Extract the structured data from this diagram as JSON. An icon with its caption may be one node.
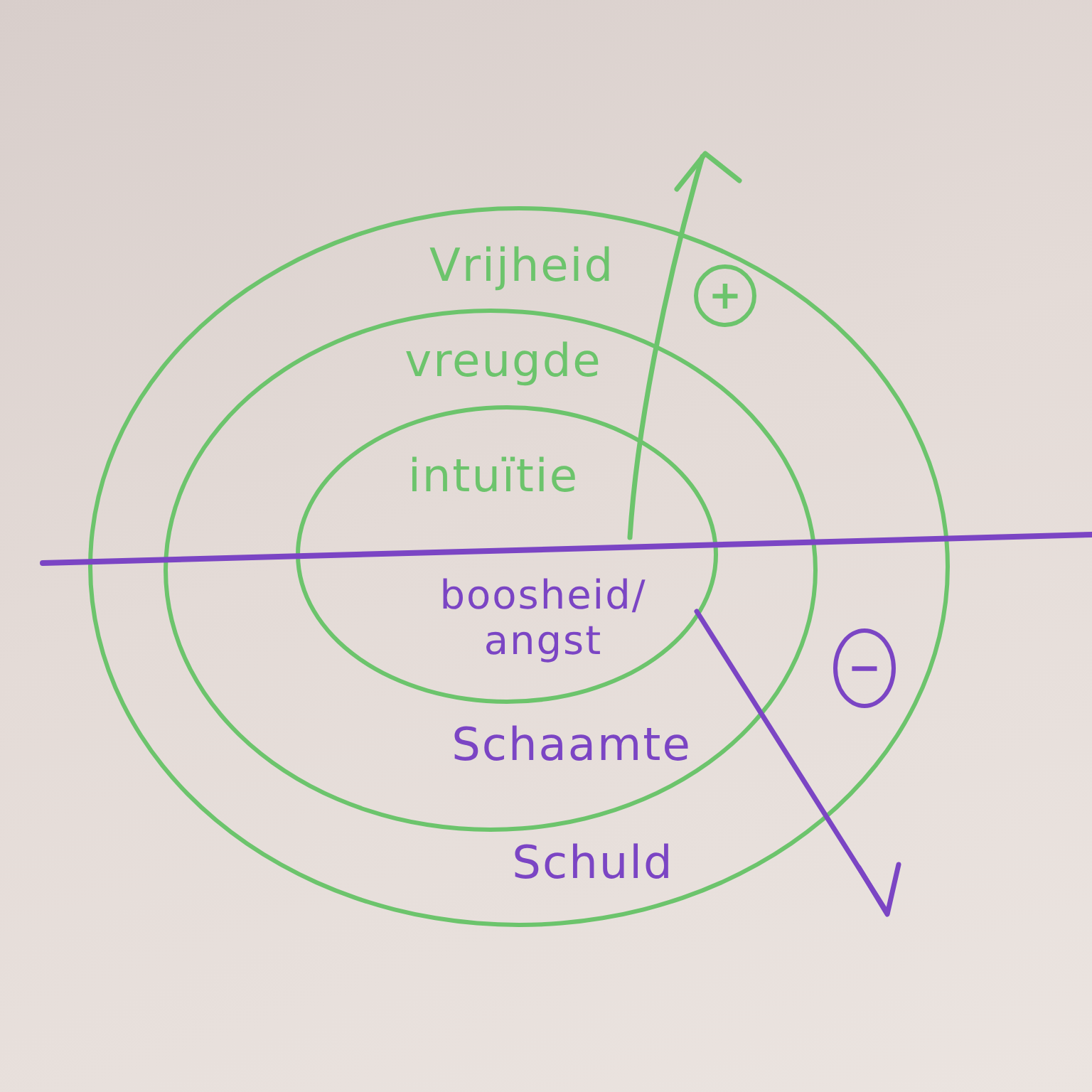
{
  "diagram": {
    "nodes": [
      {
        "text": [
          "Vrijheid",
          "Schuld"
        ]
      },
      {
        "text": [
          "vreugde",
          "Schaamte"
        ],
        "in": 0
      },
      {
        "text": [
          "intuïtie",
          "boosheid/ angst"
        ],
        "in": 1
      },
      {
        "text": [
          "+"
        ],
        "in": 0
      },
      {
        "text": [
          "−"
        ],
        "in": 0
      }
    ]
  }
}
